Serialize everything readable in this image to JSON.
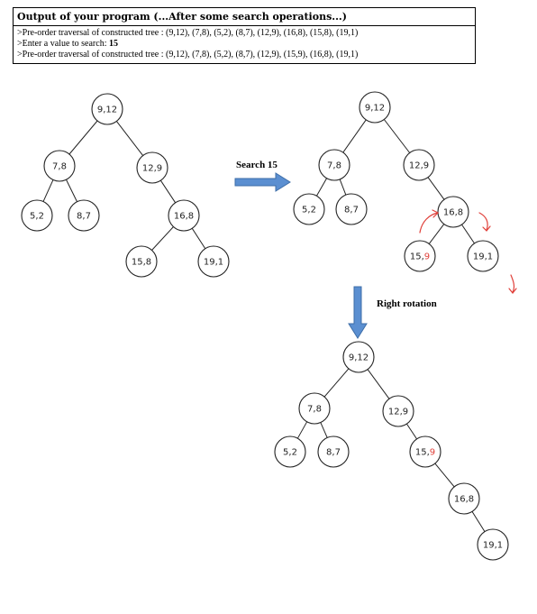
{
  "output": {
    "title": "Output of your program (...After some search operations...)",
    "line1": ">Pre-order traversal of constructed tree : (9,12), (7,8), (5,2), (8,7), (12,9), (16,8), (15,8), (19,1)",
    "line2_prefix": ">Enter a value to search: ",
    "line2_value": "15",
    "line3": ">Pre-order traversal of constructed tree : (9,12), (7,8), (5,2), (8,7), (12,9), (15,9), (16,8), (19,1)"
  },
  "operations": {
    "search": "Search 15",
    "rotation": "Right rotation"
  },
  "colors": {
    "arrow_fill": "#5b8fd1",
    "arrow_stroke": "#3e6ea8",
    "highlight": "#e0403a",
    "ink": "#222222"
  },
  "trees": {
    "initial": {
      "nodes": [
        {
          "id": "n9",
          "label": "9,12"
        },
        {
          "id": "n7",
          "label": "7,8"
        },
        {
          "id": "n12",
          "label": "12,9"
        },
        {
          "id": "n5",
          "label": "5,2"
        },
        {
          "id": "n8",
          "label": "8,7"
        },
        {
          "id": "n16",
          "label": "16,8"
        },
        {
          "id": "n15",
          "label": "15,8"
        },
        {
          "id": "n19",
          "label": "19,1"
        }
      ]
    },
    "searched": {
      "nodes": [
        {
          "id": "n9",
          "label": "9,12"
        },
        {
          "id": "n7",
          "label": "7,8"
        },
        {
          "id": "n12",
          "label": "12,9"
        },
        {
          "id": "n5",
          "label": "5,2"
        },
        {
          "id": "n8",
          "label": "8,7"
        },
        {
          "id": "n16",
          "label": "16,8"
        },
        {
          "id": "n15",
          "label": "15,",
          "highlight": "9"
        },
        {
          "id": "n19",
          "label": "19,1"
        }
      ]
    },
    "rotated": {
      "nodes": [
        {
          "id": "n9",
          "label": "9,12"
        },
        {
          "id": "n7",
          "label": "7,8"
        },
        {
          "id": "n12",
          "label": "12,9"
        },
        {
          "id": "n5",
          "label": "5,2"
        },
        {
          "id": "n8",
          "label": "8,7"
        },
        {
          "id": "n15",
          "label": "15,",
          "highlight": "9"
        },
        {
          "id": "n16",
          "label": "16,8"
        },
        {
          "id": "n19",
          "label": "19,1"
        }
      ]
    }
  }
}
